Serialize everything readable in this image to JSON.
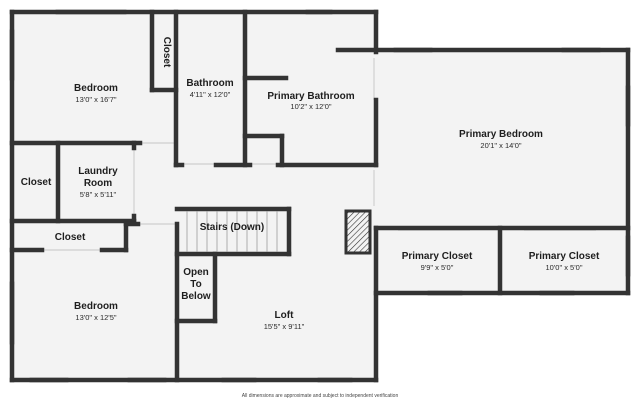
{
  "rooms": {
    "bedroom_top": {
      "name": "Bedroom",
      "dims": "13'0\" x 16'7\""
    },
    "closet_top": {
      "name": "Closet"
    },
    "bathroom": {
      "name": "Bathroom",
      "dims": "4'11\" x 12'0\""
    },
    "primary_bathroom": {
      "name": "Primary Bathroom",
      "dims": "10'2\" x 12'0\""
    },
    "primary_bedroom": {
      "name": "Primary Bedroom",
      "dims": "20'1\" x 14'0\""
    },
    "closet_left": {
      "name": "Closet"
    },
    "laundry": {
      "name1": "Laundry",
      "name2": "Room",
      "dims": "5'8\" x 5'11\""
    },
    "stairs": {
      "name": "Stairs (Down)"
    },
    "closet_mid": {
      "name": "Closet"
    },
    "primary_closet_1": {
      "name": "Primary Closet",
      "dims": "9'9\" x 5'0\""
    },
    "primary_closet_2": {
      "name": "Primary Closet",
      "dims": "10'0\" x 5'0\""
    },
    "open_to_below": {
      "line1": "Open",
      "line2": "To",
      "line3": "Below"
    },
    "bedroom_bottom": {
      "name": "Bedroom",
      "dims": "13'0\" x 12'5\""
    },
    "loft": {
      "name": "Loft",
      "dims": "15'5\" x 9'11\""
    }
  },
  "footer": {
    "disclaimer": "All dimensions are approximate and subject to independent verification"
  },
  "colors": {
    "wall": "#333333",
    "floor": "#f3f3f3",
    "background": "#ffffff"
  }
}
